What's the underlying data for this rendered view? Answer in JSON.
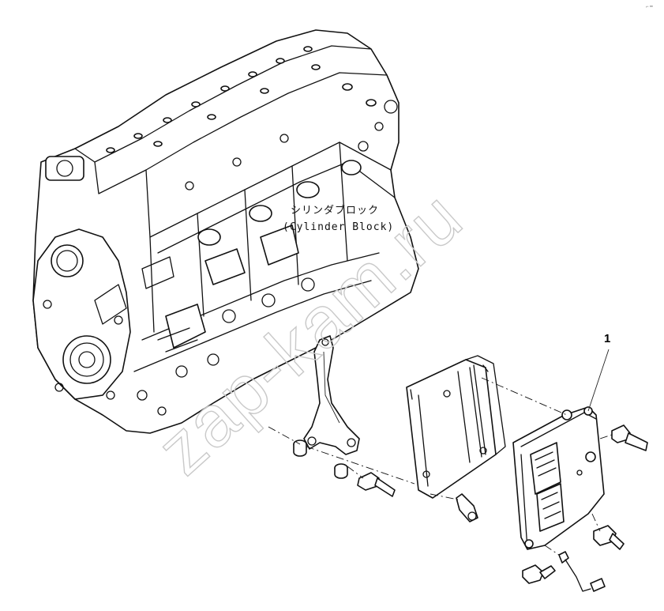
{
  "diagram": {
    "block_label_jp": "シリンダブロック",
    "block_label_en": "(Cylinder Block)",
    "callout_number": "1",
    "watermark": "zap-kam.ru",
    "corner_mark": "⌐ ━"
  },
  "colors": {
    "line": "#111111",
    "background": "#ffffff",
    "watermark": "#c9c9c9"
  }
}
